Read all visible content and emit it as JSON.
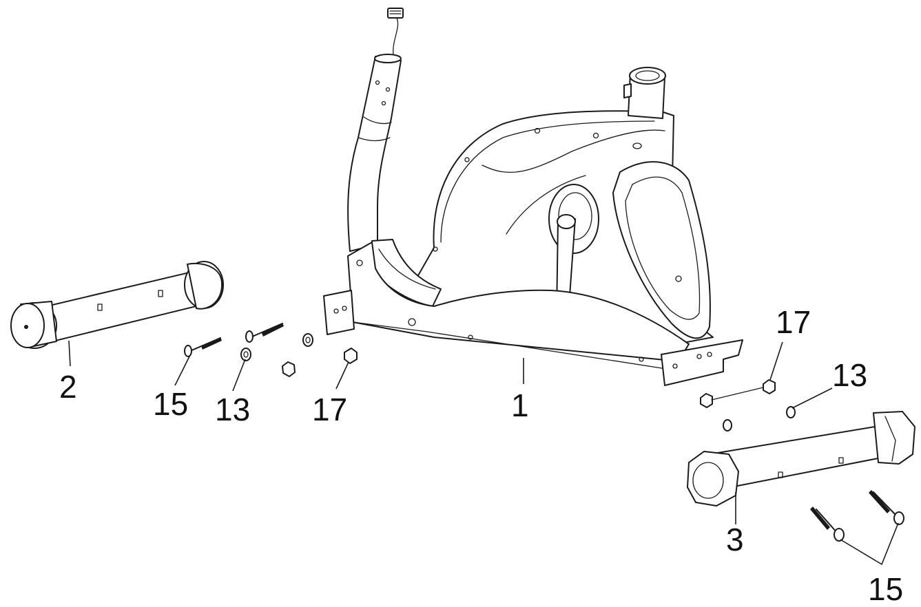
{
  "callouts": {
    "frame": "1",
    "front_stabilizer": "2",
    "rear_stabilizer": "3",
    "bolt_left": "15",
    "washer_left": "13",
    "nut_left": "17",
    "nut_right": "17",
    "washer_right": "13",
    "bolt_right": "15"
  }
}
